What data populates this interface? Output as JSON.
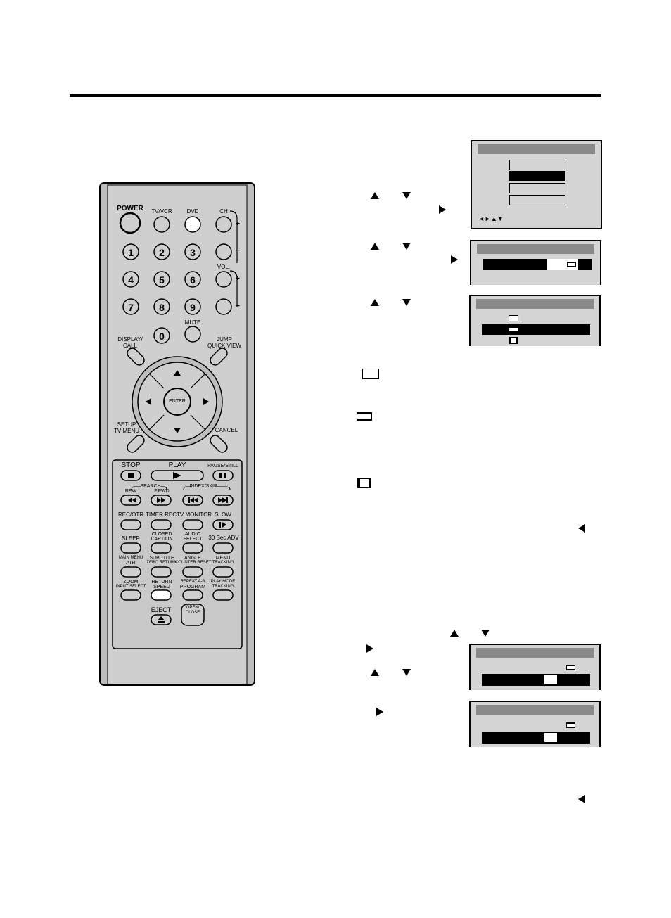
{
  "remote": {
    "power": "POWER",
    "tv_vcr": "TV/VCR",
    "dvd": "DVD",
    "ch": "CH",
    "vol": "VOL.",
    "mute": "MUTE",
    "digits": [
      "1",
      "2",
      "3",
      "4",
      "5",
      "6",
      "7",
      "8",
      "9",
      "0"
    ],
    "display_call": [
      "DISPLAY/",
      "CALL"
    ],
    "jump_quick_view": [
      "JUMP",
      "QUICK VIEW"
    ],
    "setup_tv_menu": [
      "SETUP",
      "TV MENU"
    ],
    "cancel": "CANCEL",
    "enter": "ENTER",
    "stop": "STOP",
    "play": "PLAY",
    "pause_still": "PAUSE/STILL",
    "search": "SEARCH",
    "rew": "REW",
    "ffwd": "F.FWD",
    "index_skip": "INDEX/SKIP",
    "rec_otr": "REC/OTR",
    "timer_rec": "TIMER REC",
    "tv_monitor": "TV MONITOR",
    "slow": "SLOW",
    "sleep": "SLEEP",
    "closed_caption": [
      "CLOSED",
      "CAPTION"
    ],
    "audio_select": [
      "AUDIO",
      "SELECT"
    ],
    "sec30_adv": "30 Sec ADV",
    "main_menu_atr": [
      "MAIN MENU",
      "ATR"
    ],
    "sub_title": [
      "SUB TITLE",
      "ZERO RETURN"
    ],
    "angle": [
      "ANGLE",
      "COUNTER RESET"
    ],
    "menu_tracking_plus": [
      "MENU",
      "TRACKING"
    ],
    "zoom": [
      "ZOOM",
      "INPUT SELECT"
    ],
    "return_speed": [
      "RETURN",
      "SPEED"
    ],
    "repeat_program": [
      "REPEAT A-B",
      "PROGRAM"
    ],
    "play_mode": [
      "PLAY MODE",
      "TRACKING"
    ],
    "eject": "EJECT",
    "open_close": [
      "OPEN/",
      "CLOSE"
    ],
    "plus": "+",
    "minus": "−"
  },
  "screen1": {
    "nav_hint": "◄►▲▼",
    "options": 4,
    "selected_index": 1
  },
  "screen3": {
    "options": 3,
    "selected_index": 1
  },
  "screen5": {
    "slider_fraction": 0.55
  },
  "screen6": {
    "slider_fraction": 0.55
  },
  "colors": {
    "osd_bg": "#d4d4d4",
    "osd_title_bar": "#8a8a8a",
    "remote_body": "#c8c8c8"
  }
}
